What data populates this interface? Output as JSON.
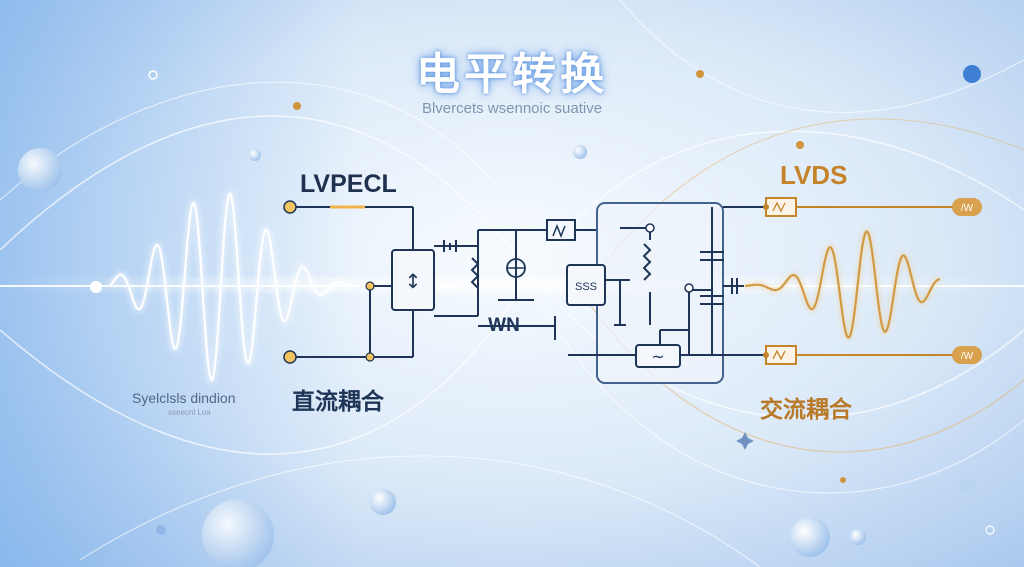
{
  "title": "电平转换",
  "subtitle": "Blvercets wsennoic suative",
  "left_signal": {
    "label": "LVPECL",
    "caption": "直流耦合",
    "note": "Syelclsls dindion",
    "note_small": "sseecnl Loa"
  },
  "right_signal": {
    "label": "LVDS",
    "caption": "交流耦合"
  },
  "circuit": {
    "chip_left_text": "↕",
    "resistor_text": "WN",
    "chip_middle_text": "SSS",
    "chip_bottom_symbol": "~",
    "port_right_top": "/W",
    "port_right_bottom": "/W"
  },
  "colors": {
    "left_accent": "#1e3557",
    "right_accent": "#c5832a",
    "background_light": "#eef4fb",
    "background_blue": "#7fb0e6"
  }
}
